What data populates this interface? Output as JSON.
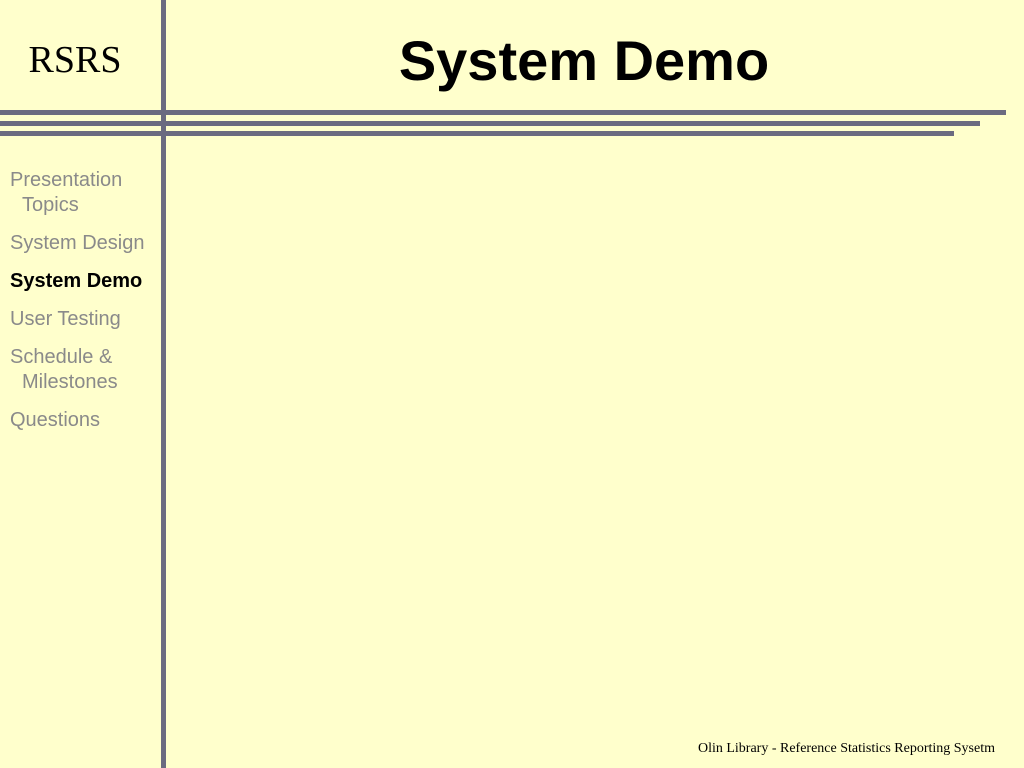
{
  "slide": {
    "logo": "RSRS",
    "title": "System Demo",
    "footer": "Olin Library - Reference Statistics Reporting Sysetm",
    "nav": [
      {
        "label": "Presentation Topics",
        "active": false
      },
      {
        "label": "System Design",
        "active": false
      },
      {
        "label": "System Demo",
        "active": true
      },
      {
        "label": "User Testing",
        "active": false
      },
      {
        "label": "Schedule & Milestones",
        "active": false
      },
      {
        "label": "Questions",
        "active": false
      }
    ]
  },
  "colors": {
    "background": "#ffffcc",
    "rule": "#6b6b80",
    "nav_inactive": "#8a8a8a",
    "nav_active": "#000000"
  }
}
